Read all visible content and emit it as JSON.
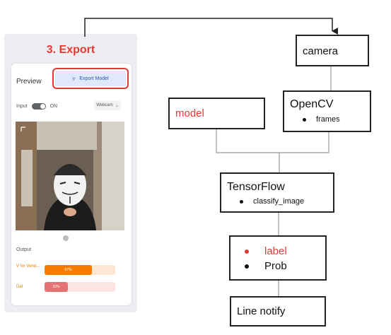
{
  "panel": {
    "step_title": "3. Export",
    "preview_label": "Preview",
    "export_button": "Export Model",
    "input_label": "Input",
    "toggle_state": "ON",
    "webcam_select": "Webcam",
    "output_label": "Output",
    "classes": [
      {
        "label": "V for Vend...",
        "percent": 0.67,
        "percent_text": "67%",
        "color": "#f57c00",
        "track": "#fde7d2"
      },
      {
        "label": "Dal",
        "percent": 0.33,
        "percent_text": "33%",
        "color": "#e57373",
        "track": "#fbe4e4"
      }
    ]
  },
  "flow": {
    "camera": {
      "title": "camera"
    },
    "model": {
      "title": "model"
    },
    "opencv": {
      "title": "OpenCV",
      "bullet": "frames"
    },
    "tensorflow": {
      "title": "TensorFlow",
      "bullet": "classify_image"
    },
    "result": {
      "label": "label",
      "prob": "Prob"
    },
    "line_notify": {
      "title": "Line notify"
    }
  },
  "colors": {
    "accent_red": "#e53935",
    "node_border": "#222222"
  }
}
